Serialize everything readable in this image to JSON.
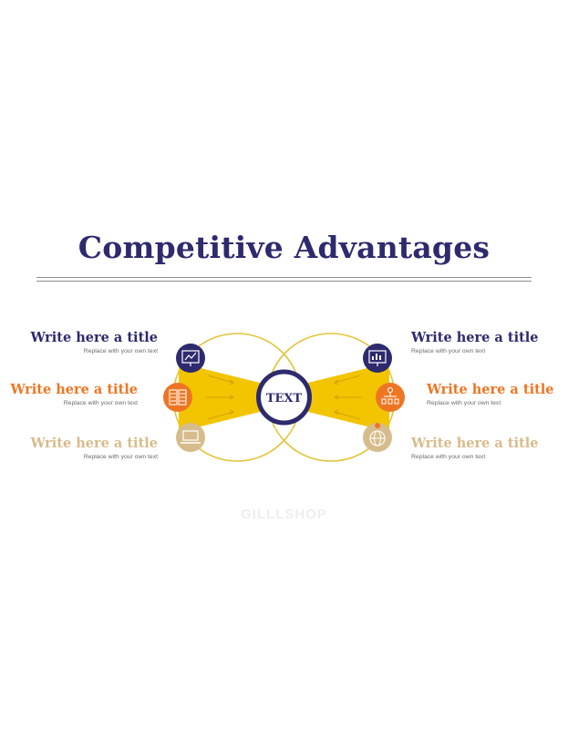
{
  "title": "Competitive Advantages",
  "center_label": "TEXT",
  "watermark": "GILLLSHOP",
  "colors": {
    "navy": "#2e2a6e",
    "orange": "#ee7623",
    "tan": "#d6bc8c",
    "yellow": "#f2c500",
    "ring": "#e3c43c"
  },
  "left_items": [
    {
      "title": "Write here a title",
      "subtitle": "Replace with your own text",
      "color": "#2e2a6e",
      "icon": "chart-icon"
    },
    {
      "title": "Write here a title",
      "subtitle": "Replace with your own text",
      "color": "#ee7623",
      "icon": "server-icon"
    },
    {
      "title": "Write here a title",
      "subtitle": "Replace with your own text",
      "color": "#d6bc8c",
      "icon": "laptop-icon"
    }
  ],
  "right_items": [
    {
      "title": "Write here a title",
      "subtitle": "Replace with your own text",
      "color": "#2e2a6e",
      "icon": "presentation-icon"
    },
    {
      "title": "Write here a title",
      "subtitle": "Replace with your own text",
      "color": "#ee7623",
      "icon": "org-chart-icon"
    },
    {
      "title": "Write here a title",
      "subtitle": "Replace with your own text",
      "color": "#d6bc8c",
      "icon": "globe-location-icon"
    }
  ]
}
